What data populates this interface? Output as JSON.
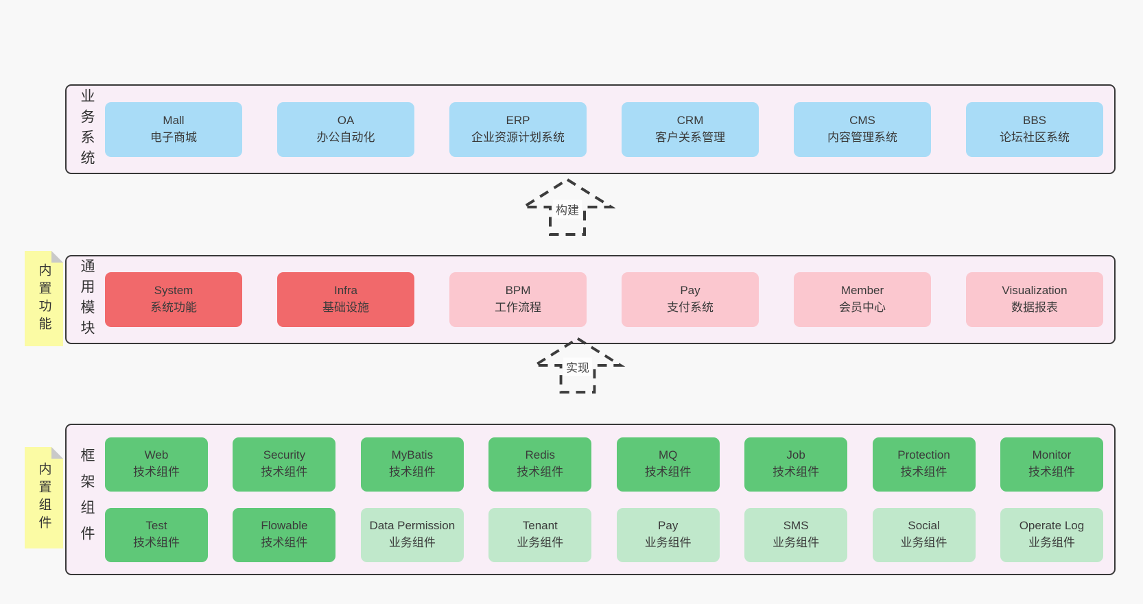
{
  "colors": {
    "page_bg": "#f8f8f8",
    "panel_bg": "#f9eef7",
    "panel_border": "#383838",
    "blue": "#a9dcf7",
    "red": "#f1696b",
    "pink": "#fbc7cf",
    "green_dark": "#5fc878",
    "green_light": "#c0e8cb",
    "note_yellow": "#fbfba4"
  },
  "business": {
    "label": "业务系统",
    "items": [
      {
        "name": "Mall",
        "desc": "电子商城"
      },
      {
        "name": "OA",
        "desc": "办公自动化"
      },
      {
        "name": "ERP",
        "desc": "企业资源计划系统"
      },
      {
        "name": "CRM",
        "desc": "客户关系管理"
      },
      {
        "name": "CMS",
        "desc": "内容管理系统"
      },
      {
        "name": "BBS",
        "desc": "论坛社区系统"
      }
    ]
  },
  "arrows": [
    {
      "label": "构建"
    },
    {
      "label": "实现"
    }
  ],
  "modules": {
    "label": "通用模块",
    "note": "内置功能",
    "items": [
      {
        "name": "System",
        "desc": "系统功能"
      },
      {
        "name": "Infra",
        "desc": "基础设施"
      },
      {
        "name": "BPM",
        "desc": "工作流程"
      },
      {
        "name": "Pay",
        "desc": "支付系统"
      },
      {
        "name": "Member",
        "desc": "会员中心"
      },
      {
        "name": "Visualization",
        "desc": "数据报表"
      }
    ]
  },
  "components": {
    "label": "框架组件",
    "note": "内置组件",
    "row1": [
      {
        "name": "Web",
        "desc": "技术组件"
      },
      {
        "name": "Security",
        "desc": "技术组件"
      },
      {
        "name": "MyBatis",
        "desc": "技术组件"
      },
      {
        "name": "Redis",
        "desc": "技术组件"
      },
      {
        "name": "MQ",
        "desc": "技术组件"
      },
      {
        "name": "Job",
        "desc": "技术组件"
      },
      {
        "name": "Protection",
        "desc": "技术组件"
      },
      {
        "name": "Monitor",
        "desc": "技术组件"
      }
    ],
    "row2": [
      {
        "name": "Test",
        "desc": "技术组件"
      },
      {
        "name": "Flowable",
        "desc": "技术组件"
      },
      {
        "name": "Data Permission",
        "desc": "业务组件"
      },
      {
        "name": "Tenant",
        "desc": "业务组件"
      },
      {
        "name": "Pay",
        "desc": "业务组件"
      },
      {
        "name": "SMS",
        "desc": "业务组件"
      },
      {
        "name": "Social",
        "desc": "业务组件"
      },
      {
        "name": "Operate Log",
        "desc": "业务组件"
      }
    ]
  }
}
